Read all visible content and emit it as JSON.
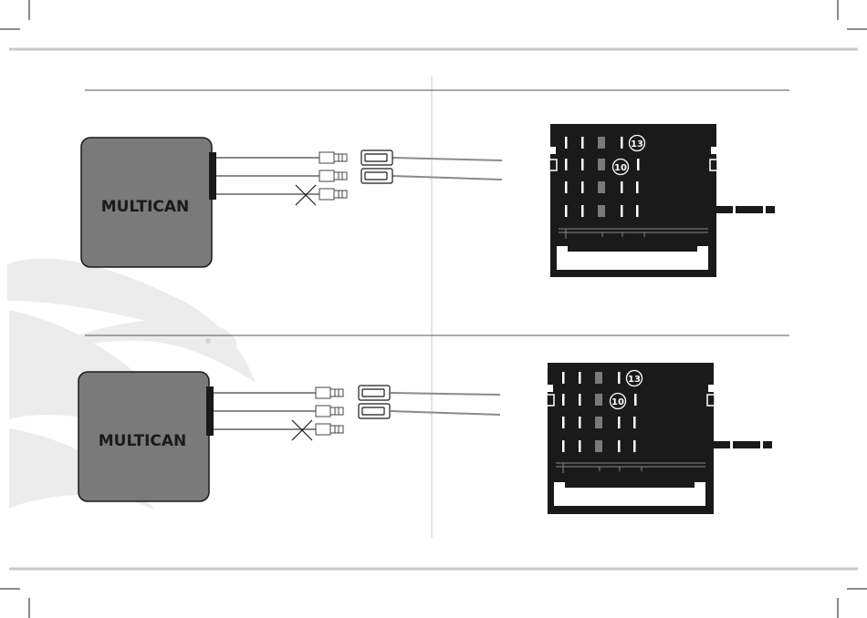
{
  "diagrams": [
    {
      "module": {
        "label": "MULTICAN"
      },
      "connector": {
        "pin_labels": [
          "13",
          "10"
        ]
      }
    },
    {
      "module": {
        "label": "MULTICAN"
      },
      "connector": {
        "pin_labels": [
          "13",
          "10"
        ]
      }
    }
  ],
  "colors": {
    "module_fill": "#7a7a7a",
    "connector_body": "#1a1a1a",
    "rule_line": "#c8c8c8",
    "watermark": "#ececec"
  },
  "icons": [
    "parrot-watermark-icon",
    "crossed-wire-icon",
    "pin-13-marker-icon",
    "pin-10-marker-icon"
  ]
}
